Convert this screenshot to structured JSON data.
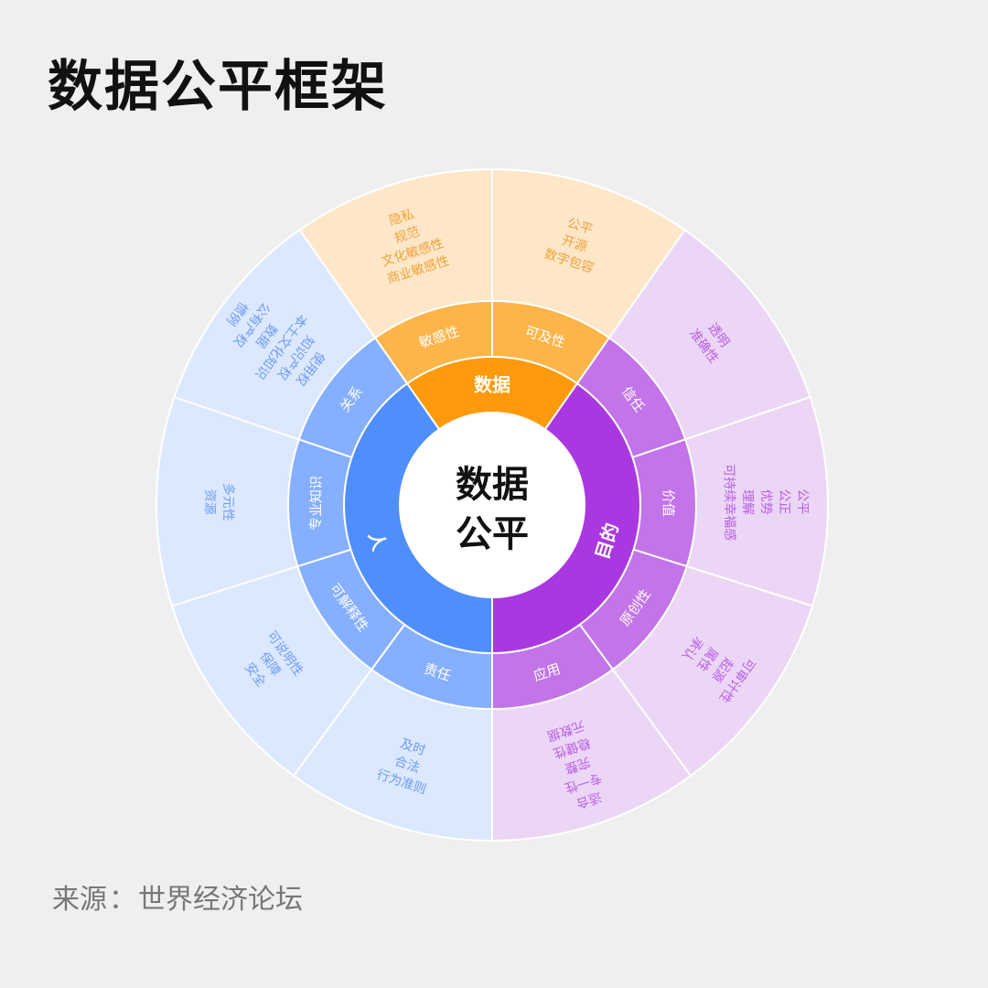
{
  "title": "数据公平框架",
  "source": {
    "label": "来源",
    "separator": "：",
    "text": "世界经济论坛"
  },
  "center": {
    "line1": "数据",
    "line2": "公平"
  },
  "colors": {
    "background": "#efefef",
    "data_main": "#ff9a0d",
    "data_mid": "#fdb54a",
    "data_outer": "#fde7c8",
    "purpose_main": "#aa38e0",
    "purpose_mid": "#c274e8",
    "purpose_outer": "#ecd6f6",
    "people_main": "#4f8ffd",
    "people_mid": "#86afff",
    "people_outer": "#dbe8fd",
    "divider": "#ffffff"
  },
  "sectors": [
    {
      "name": "数据",
      "group": "data",
      "children": [
        {
          "name": "敏感性",
          "items": [
            "隐私",
            "规范",
            "文化敏感性",
            "商业敏感性"
          ]
        },
        {
          "name": "可及性",
          "items": [
            "公平",
            "开源",
            "数字包容"
          ]
        }
      ]
    },
    {
      "name": "目的",
      "group": "purpose",
      "children": [
        {
          "name": "信任",
          "items": [
            "透明",
            "准确性"
          ]
        },
        {
          "name": "价值",
          "items": [
            "公平",
            "公正",
            "优势",
            "理解",
            "可持续幸福感"
          ]
        },
        {
          "name": "原创性",
          "items": [
            "可审计性",
            "起源",
            "属性",
            "承认"
          ]
        },
        {
          "name": "应用",
          "items": [
            "适合",
            "专一性",
            "完整",
            "稳健性",
            "元数据"
          ]
        }
      ]
    },
    {
      "name": "人",
      "group": "people",
      "children": [
        {
          "name": "责任",
          "items": [
            "及时",
            "合法",
            "行为准则"
          ]
        },
        {
          "name": "可解释性",
          "items": [
            "可说明性",
            "保障",
            "安全"
          ]
        },
        {
          "name": "专业知识",
          "items": [
            "多元性",
            "资源"
          ]
        },
        {
          "name": "关系",
          "items": [
            "使用权",
            "知识产权",
            "本土文化知识",
            "数据",
            "公有产权",
            "惯例"
          ]
        }
      ]
    }
  ]
}
